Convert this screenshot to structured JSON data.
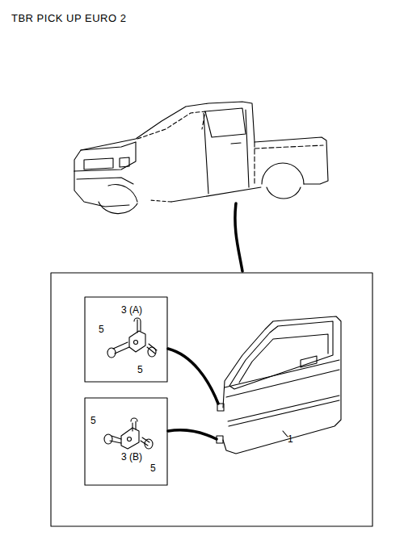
{
  "diagram": {
    "title": "TBR PICK UP EURO 2",
    "labels": [
      "3 (A)",
      "5",
      "5",
      "5",
      "3 (B)",
      "5",
      "1"
    ]
  }
}
